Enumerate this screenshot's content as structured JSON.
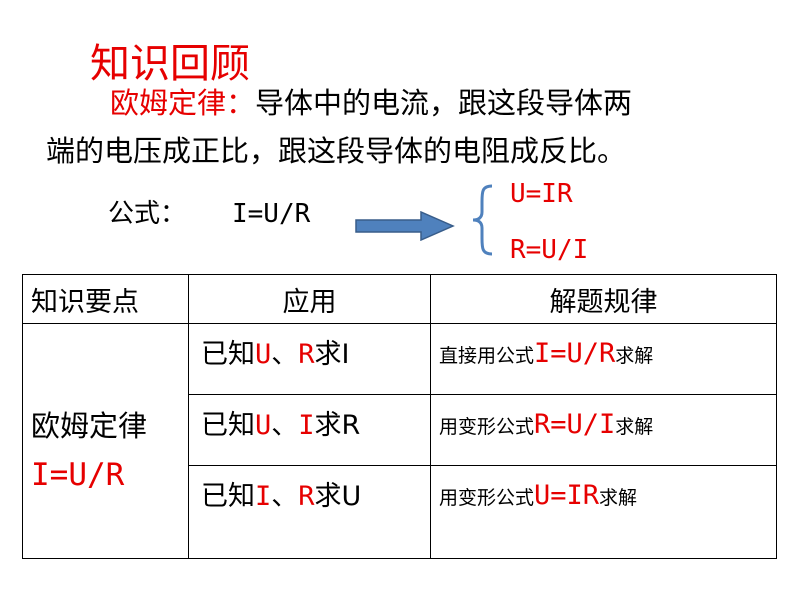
{
  "title": "知识回顾",
  "law": {
    "name": "欧姆定律：",
    "text_line1": "导体中的电流，跟这段导体两",
    "text_line2": "端的电压成正比，跟这段导体的电阻成反比。"
  },
  "formula": {
    "label": "公式：",
    "expr": "I=U/R",
    "derived": [
      "U=IR",
      "R=U/I"
    ]
  },
  "colors": {
    "accent": "#e60000",
    "arrow_fill": "#4f81bd",
    "arrow_stroke": "#385d8a"
  },
  "table": {
    "headers": [
      "知识要点",
      "应用",
      "解题规律"
    ],
    "topic_name": "欧姆定律",
    "topic_formula": "I=U/R",
    "rows": [
      {
        "known_prefix": "已知",
        "var1": "U",
        "sep": "、",
        "var2": "R",
        "find": "求I",
        "rule_prefix": "直接用公式",
        "rule_formula": "I=U/R",
        "rule_suffix": "求解"
      },
      {
        "known_prefix": "已知",
        "var1": "U",
        "sep": "、",
        "var2": "I",
        "find": "求R",
        "rule_prefix": "用变形公式",
        "rule_formula": "R=U/I",
        "rule_suffix": "求解"
      },
      {
        "known_prefix": "已知",
        "var1": "I",
        "sep": "、",
        "var2": "R",
        "find": "求U",
        "rule_prefix": "用变形公式",
        "rule_formula": "U=IR",
        "rule_suffix": "求解"
      }
    ]
  }
}
